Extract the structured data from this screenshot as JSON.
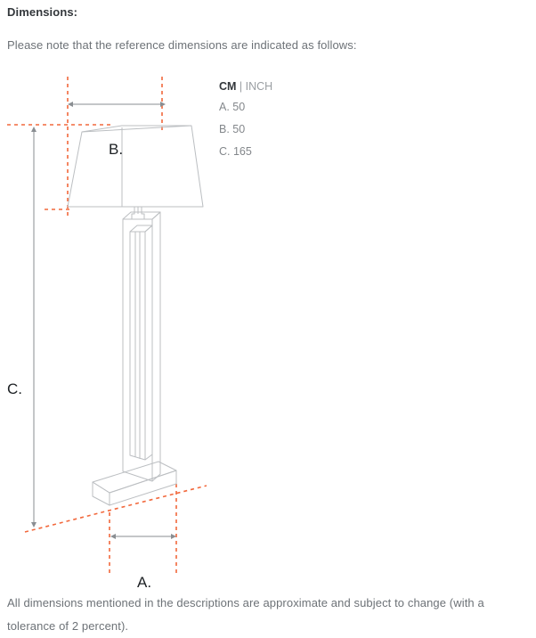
{
  "section": {
    "heading": "Dimensions:",
    "intro": "Please note that the reference dimensions are indicated as follows:",
    "footnote": "All dimensions mentioned in the descriptions are approximate and subject to change (with a tolerance of 2 percent)."
  },
  "legend": {
    "unit_primary": "CM",
    "unit_separator": " | ",
    "unit_secondary": "INCH",
    "rows": [
      {
        "label": "A.",
        "value": "50",
        "text": "A. 50"
      },
      {
        "label": "B.",
        "value": "50",
        "text": "B. 50"
      },
      {
        "label": "C.",
        "value": "165",
        "text": "C. 165"
      }
    ]
  },
  "diagram": {
    "product": "table-lamp",
    "guide_color": "#f2683c",
    "line_color": "#b9bcbf",
    "arrow_color": "#8a8e92",
    "markers": {
      "a": "A.",
      "b": "B.",
      "c": "C."
    },
    "measurements": {
      "a_label": "A.",
      "a_meaning": "base width",
      "b_label": "B.",
      "b_meaning": "shade width",
      "c_label": "C.",
      "c_meaning": "overall height"
    }
  }
}
